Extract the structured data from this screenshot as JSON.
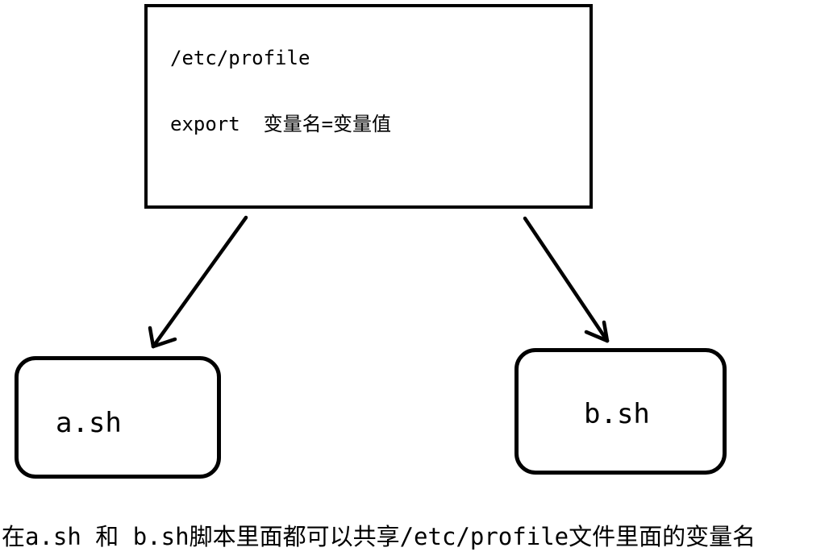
{
  "diagram": {
    "background_color": "#ffffff",
    "stroke_color": "#000000",
    "text_color": "#000000",
    "nodes": {
      "profile_box": {
        "shape": "rectangle",
        "line1": "/etc/profile",
        "line2": "export  变量名=变量值"
      },
      "a_box": {
        "shape": "rounded-rectangle",
        "label": "a.sh"
      },
      "b_box": {
        "shape": "rounded-rectangle",
        "label": "b.sh"
      }
    },
    "edges": [
      {
        "from": "profile_box",
        "to": "a_box",
        "style": "hand-drawn-arrow"
      },
      {
        "from": "profile_box",
        "to": "b_box",
        "style": "hand-drawn-arrow"
      }
    ],
    "caption": "在a.sh 和 b.sh脚本里面都可以共享/etc/profile文件里面的变量名"
  }
}
